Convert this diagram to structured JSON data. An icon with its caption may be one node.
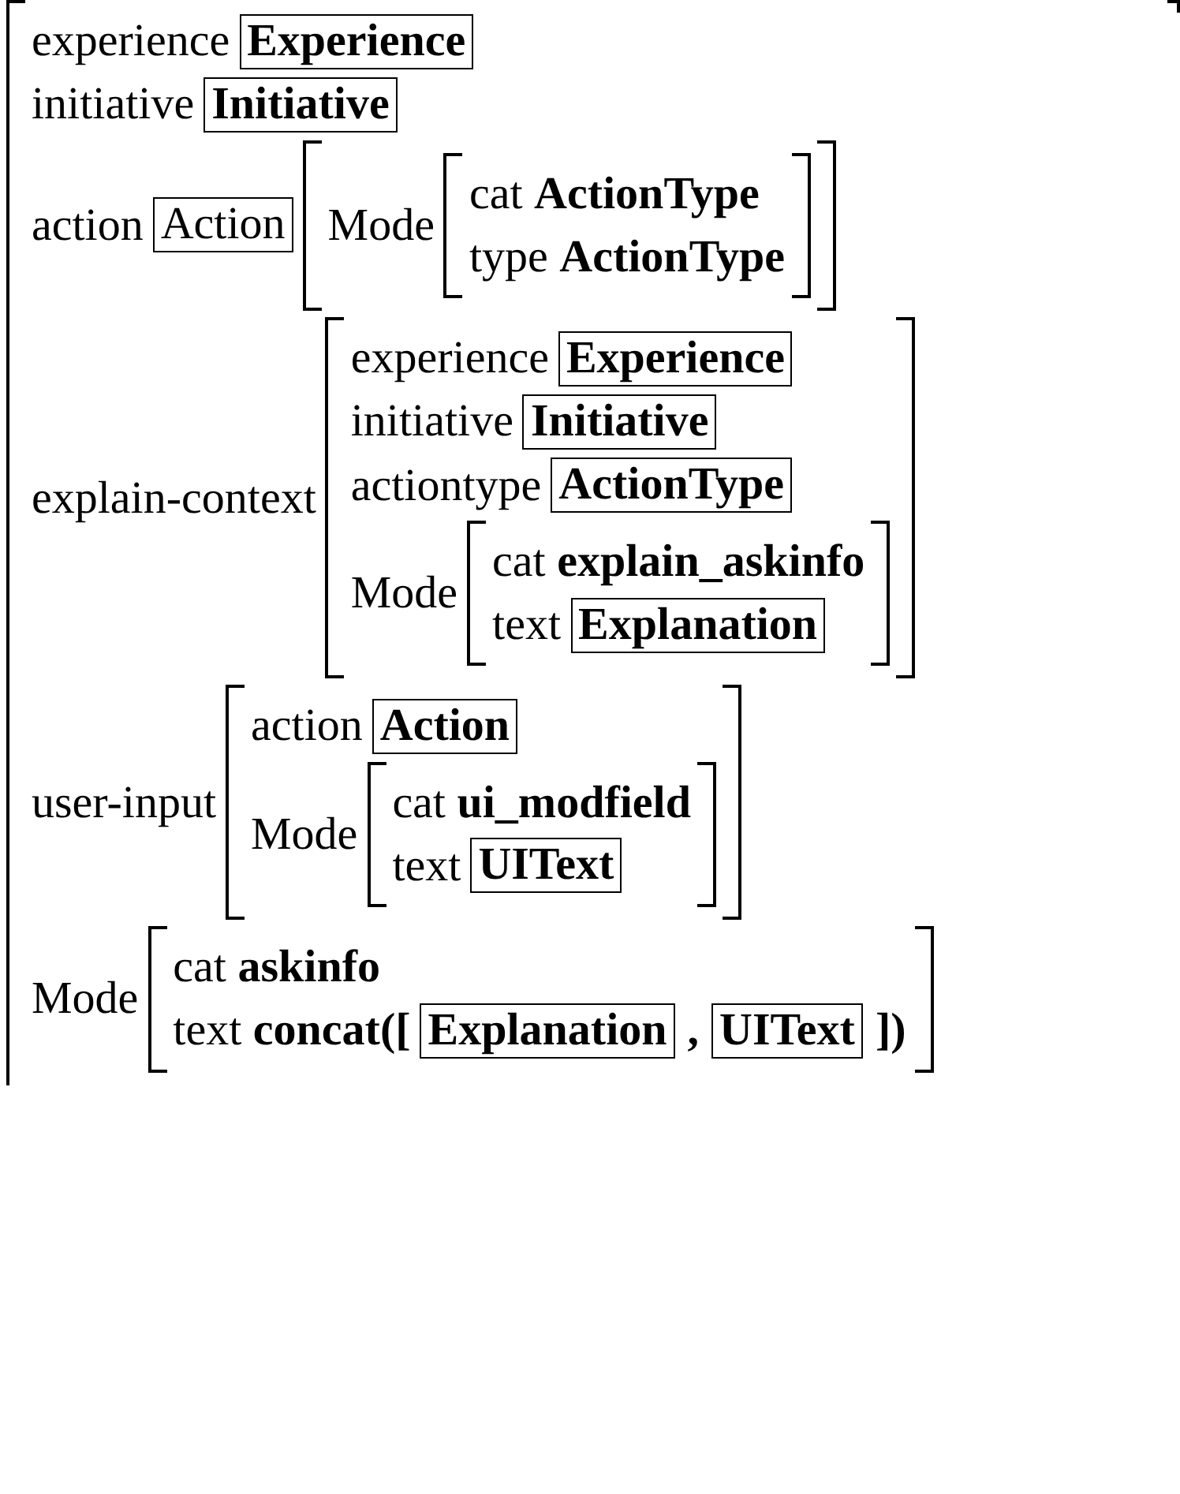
{
  "diagram": {
    "nodes": [
      {
        "text": [
          "experience",
          "initiative",
          "action",
          "explain-context",
          "user-input",
          "Mode"
        ]
      },
      {
        "text": [
          "Experience"
        ],
        "in": 0
      },
      {
        "text": [
          "Initiative"
        ],
        "in": 0
      },
      {
        "text": [
          "Action"
        ],
        "in": 0
      },
      {
        "text": [
          "Mode"
        ],
        "in": 0
      },
      {
        "text": [
          "cat **ActionType**",
          "type **ActionType**"
        ],
        "in": 4
      },
      {
        "text": [
          "experience",
          "initiative",
          "actiontype",
          "Mode"
        ],
        "in": 0
      },
      {
        "text": [
          "Experience"
        ],
        "in": 6
      },
      {
        "text": [
          "Initiative"
        ],
        "in": 6
      },
      {
        "text": [
          "ActionType"
        ],
        "in": 6
      },
      {
        "text": [
          "cat **explain_askinfo**",
          "text"
        ],
        "in": 6
      },
      {
        "text": [
          "Explanation"
        ],
        "in": 10
      },
      {
        "text": [
          "action",
          "Mode"
        ],
        "in": 0
      },
      {
        "text": [
          "Action"
        ],
        "in": 12
      },
      {
        "text": [
          "cat **ui_modfield**",
          "text"
        ],
        "in": 12
      },
      {
        "text": [
          "UIText"
        ],
        "in": 14
      },
      {
        "text": [
          "cat **askinfo**",
          "text **concat([**",
          ",",
          "])"
        ],
        "in": 0
      },
      {
        "text": [
          "Explanation"
        ],
        "in": 16
      },
      {
        "text": [
          "UIText"
        ],
        "in": 16
      }
    ]
  }
}
